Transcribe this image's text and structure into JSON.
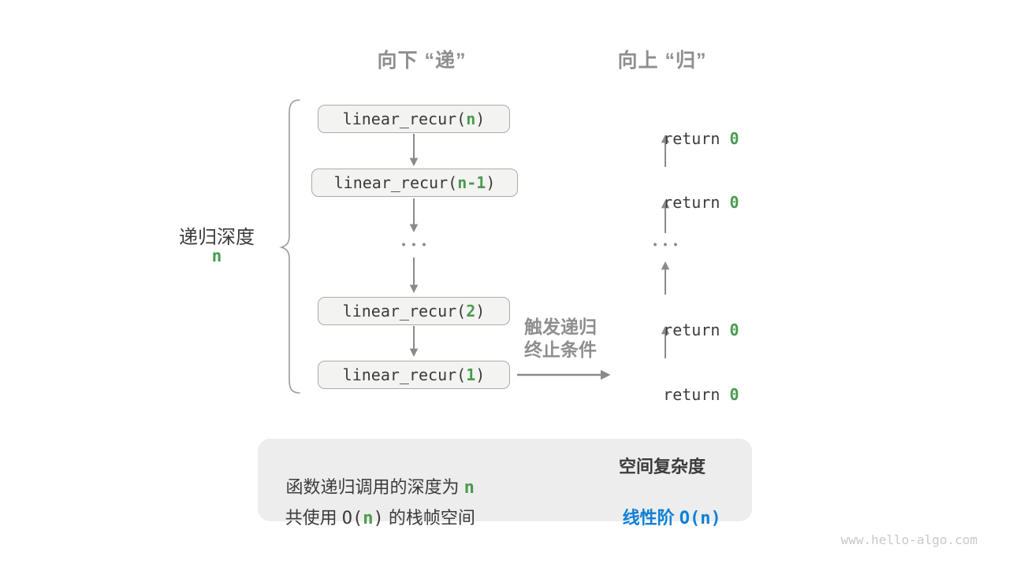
{
  "colors": {
    "green": "#4A9B4E",
    "blue": "#0E80D6",
    "gray_label": "#8E8E8E",
    "dark_text": "#3B3B3B",
    "arrow": "#8A8A8A",
    "box_bg": "#F3F3F2",
    "box_border": "#ABABAB",
    "summary_bg": "#EDEDED",
    "watermark": "#C9C9C9"
  },
  "headers": {
    "down": "向下 “递”",
    "up": "向上 “归”"
  },
  "depth": {
    "label": "递归深度",
    "value": "n"
  },
  "call_stack": {
    "boxes": [
      {
        "pre": "linear_recur(",
        "arg": "n",
        "post": ")"
      },
      {
        "pre": "linear_recur(",
        "arg": "n-1",
        "post": ")"
      },
      {
        "pre": "linear_recur(",
        "arg": "2",
        "post": ")"
      },
      {
        "pre": "linear_recur(",
        "arg": "1",
        "post": ")"
      }
    ],
    "ellipsis": "•••"
  },
  "returns": {
    "items": [
      {
        "pre": "return ",
        "val": "0"
      },
      {
        "pre": "return ",
        "val": "0"
      },
      {
        "pre": "return ",
        "val": "0"
      },
      {
        "pre": "return ",
        "val": "0"
      }
    ],
    "ellipsis": "•••"
  },
  "trigger": {
    "line1": "触发递归",
    "line2": "终止条件"
  },
  "summary": {
    "depth_text": "函数递归调用的深度为 ",
    "depth_value": "n",
    "space_pre": "共使用 ",
    "space_o_open": "O(",
    "space_o_arg": "n",
    "space_o_close": ")",
    "space_post": " 的栈帧空间",
    "result_title": "空间复杂度",
    "result_pre": "线性阶 ",
    "result_o": "O(n)"
  },
  "watermark": "www.hello-algo.com"
}
